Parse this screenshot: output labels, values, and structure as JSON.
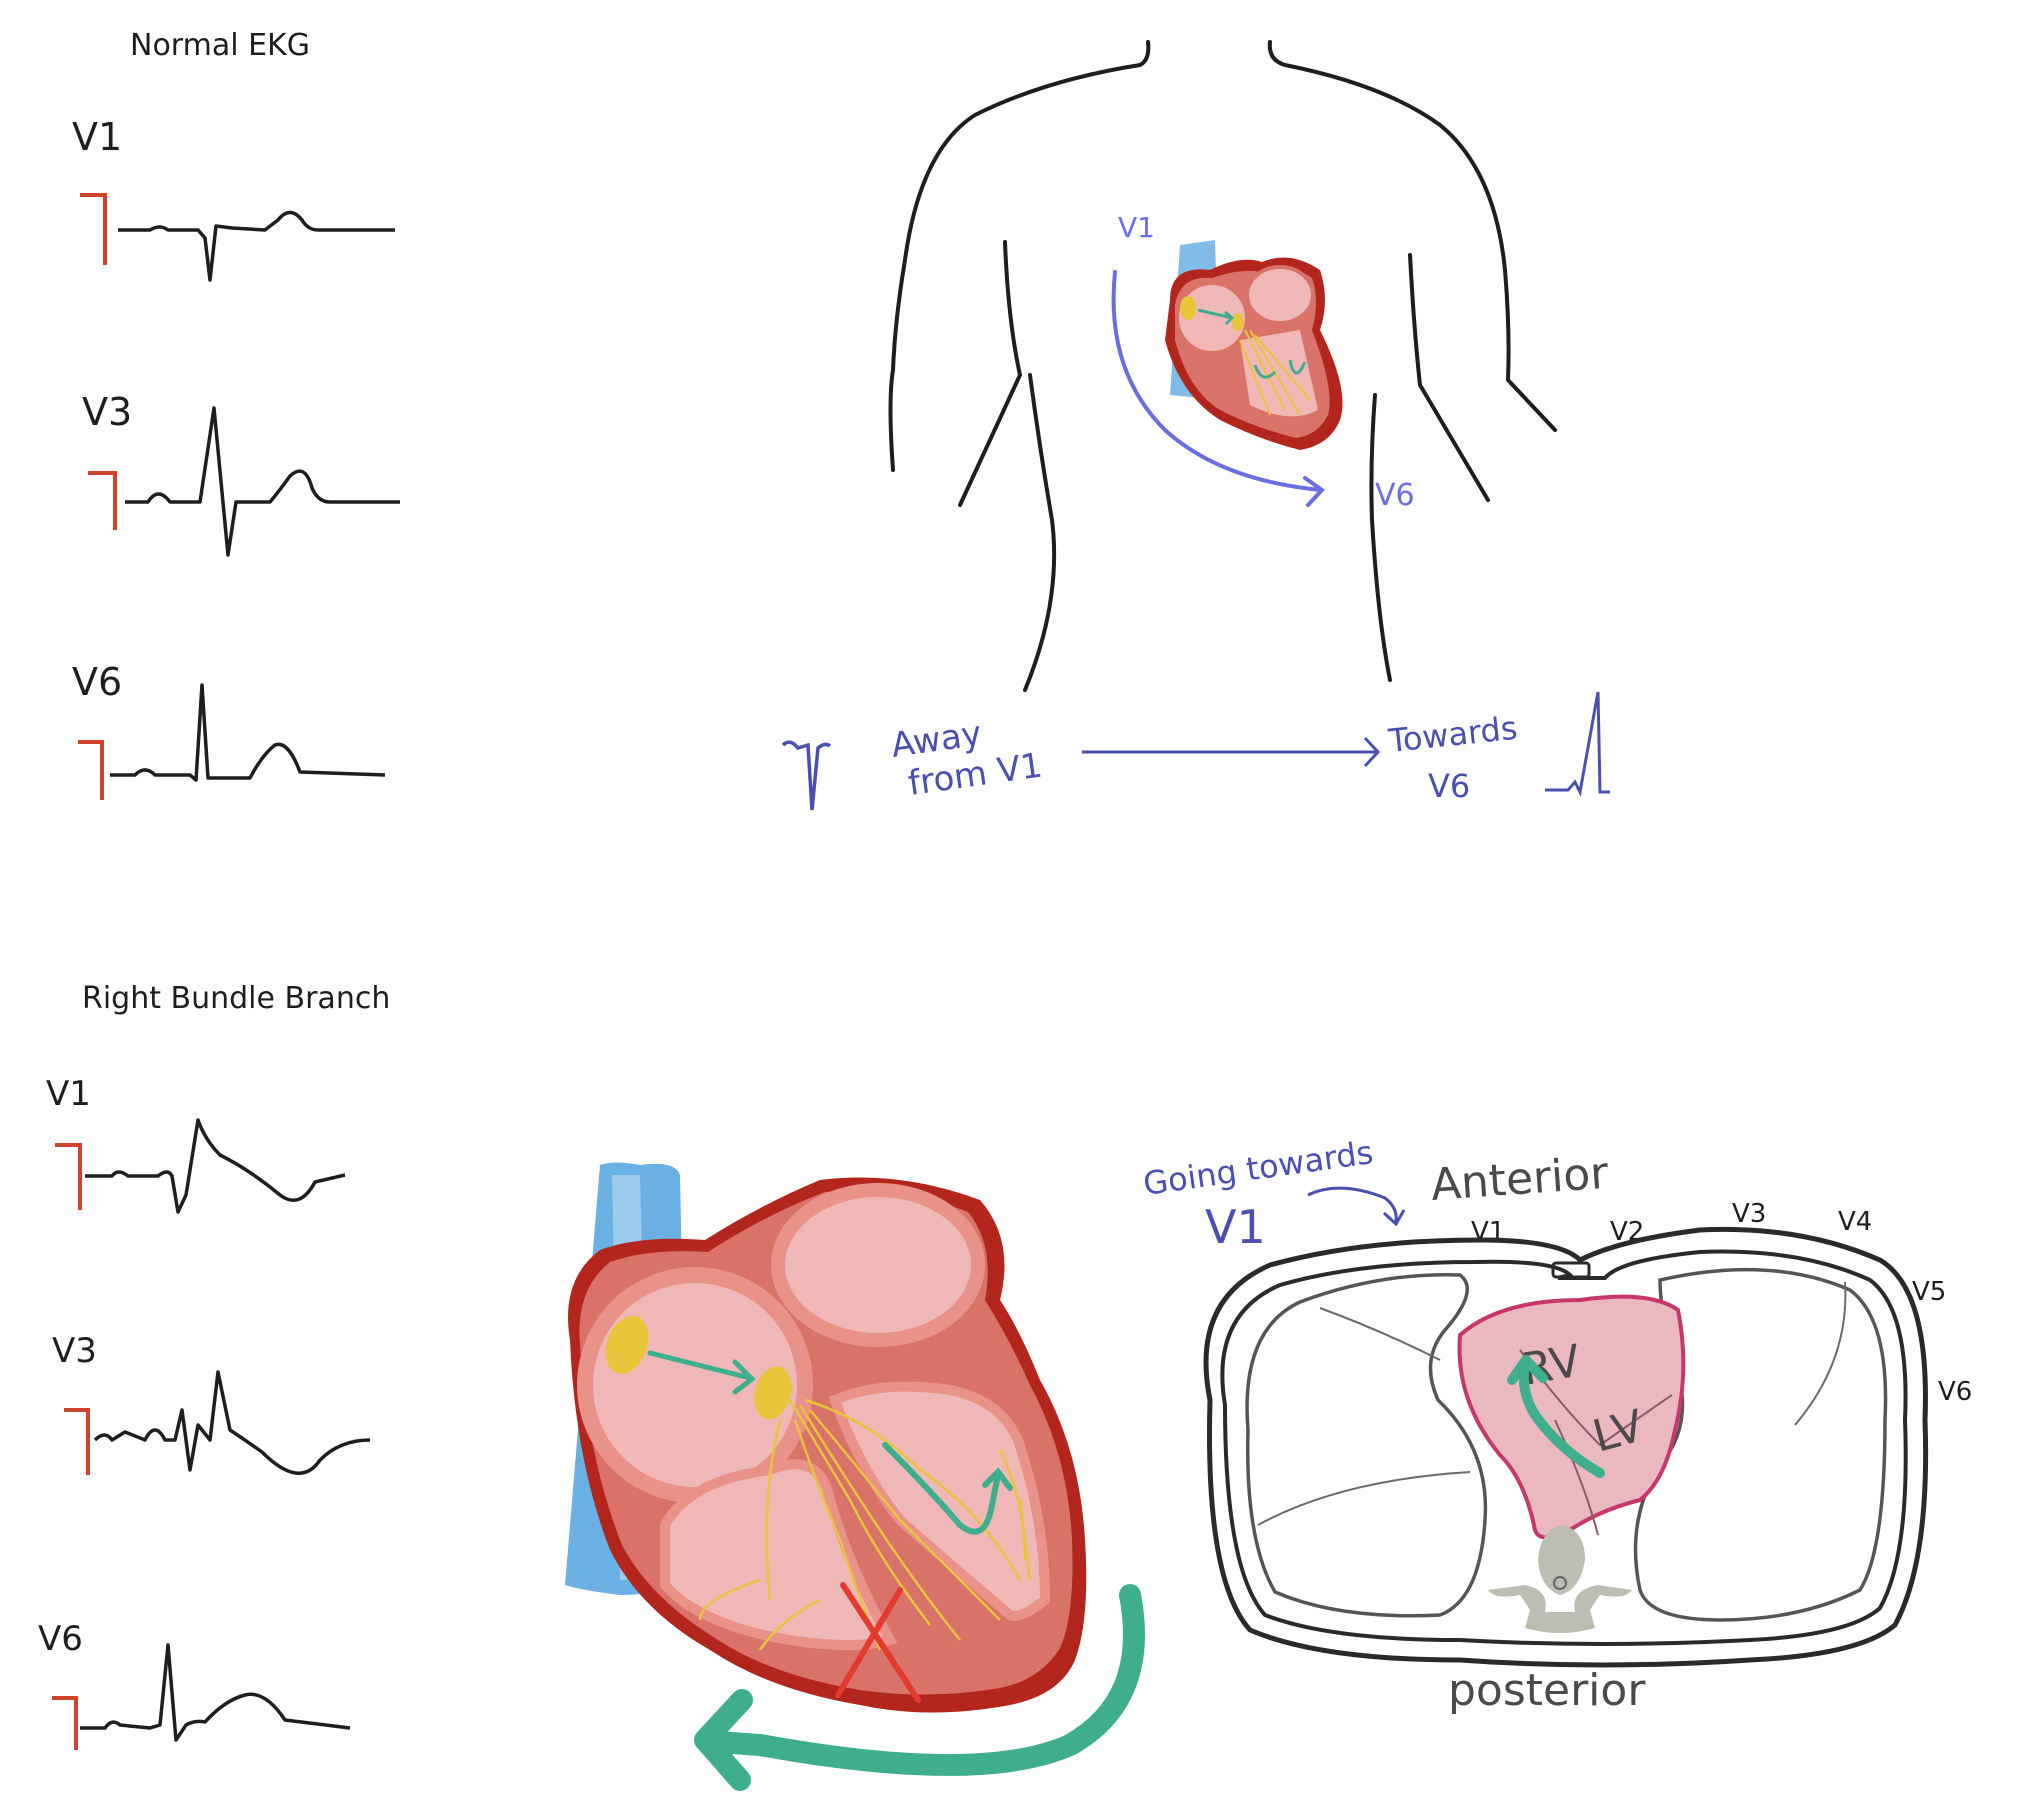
{
  "normal": {
    "title": "Normal EKG",
    "leads": [
      "V1",
      "V3",
      "V6"
    ]
  },
  "rbbb": {
    "title": "Right Bundle Branch",
    "leads": [
      "V1",
      "V3",
      "V6"
    ]
  },
  "torso": {
    "v1_label": "V1",
    "v6_label": "V6",
    "away_line1": "Away",
    "away_line2": "from V1",
    "towards_line1": "Towards",
    "towards_line2": "V6"
  },
  "cross_section": {
    "going_towards": "Going towards",
    "going_v1": "V1",
    "anterior": "Anterior",
    "posterior": "posterior",
    "rv": "RV",
    "lv": "LV",
    "leads": [
      "V1",
      "V2",
      "V3",
      "V4",
      "V5",
      "V6"
    ]
  },
  "colors": {
    "ink": "#1e1e1e",
    "calibration_red": "#d0432b",
    "pen_blue": "#4a4fb0",
    "arrow_green": "#3fae8c",
    "heart_dark": "#b3261e",
    "heart_mid": "#d9736a",
    "heart_light": "#efb8b6",
    "vessel_blue": "#6ab0e2",
    "node_yellow": "#e7c43a"
  }
}
